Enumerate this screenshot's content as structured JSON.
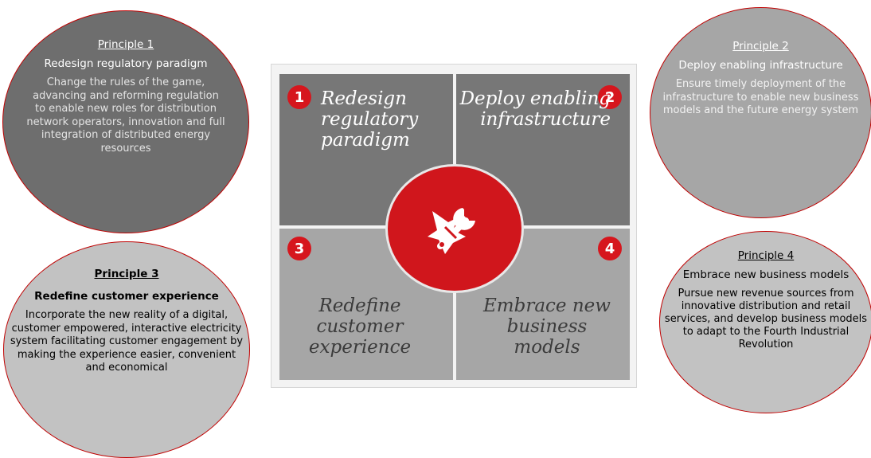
{
  "principles": [
    {
      "title": "Principle 1",
      "heading": "Redesign regulatory paradigm",
      "body": "Change the rules of the game, advancing and reforming regulation to enable new roles for distribution network operators, innovation and full integration of distributed energy resources"
    },
    {
      "title": "Principle 2",
      "heading": "Deploy enabling infrastructure",
      "body": "Ensure timely deployment of the infrastructure to enable new business models and the future energy system"
    },
    {
      "title": "Principle 3",
      "heading": "Redefine customer experience",
      "body": "Incorporate the new reality of a digital, customer empowered, interactive electricity system facilitating customer engagement by making the experience easier, convenient and economical"
    },
    {
      "title": "Principle 4",
      "heading": "Embrace new business models",
      "body": "Pursue new revenue sources from innovative distribution and retail services, and develop business models to adapt to the Fourth Industrial Revolution"
    }
  ],
  "quadrants": [
    {
      "number": "1",
      "label": "Redesign regulatory paradigm"
    },
    {
      "number": "2",
      "label": "Deploy enabling infrastructure"
    },
    {
      "number": "3",
      "label": "Redefine customer experience"
    },
    {
      "number": "4",
      "label": "Embrace new business models"
    }
  ],
  "center_icon": "tools-icon",
  "colors": {
    "accent_red": "#d6161d",
    "dark_gray": "#777777",
    "light_gray": "#a6a6a6"
  }
}
